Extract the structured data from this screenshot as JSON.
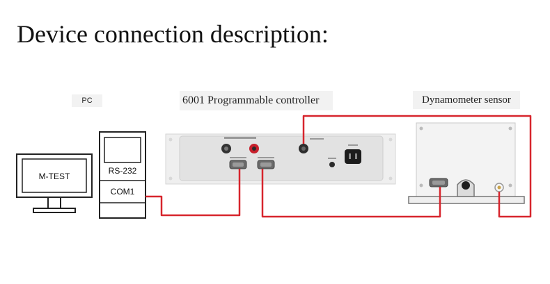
{
  "title": "Device connection description:",
  "pc": {
    "tag": "PC",
    "monitor_label": "M-TEST",
    "port_label": "RS-232",
    "com_label": "COM1"
  },
  "controller": {
    "tag": "6001 Programmable controller"
  },
  "sensor": {
    "tag": "Dynamometer sensor"
  },
  "colors": {
    "cable": "#d7252d",
    "outline": "#222222",
    "panel": "#e3e3e3",
    "background": "#ffffff"
  }
}
